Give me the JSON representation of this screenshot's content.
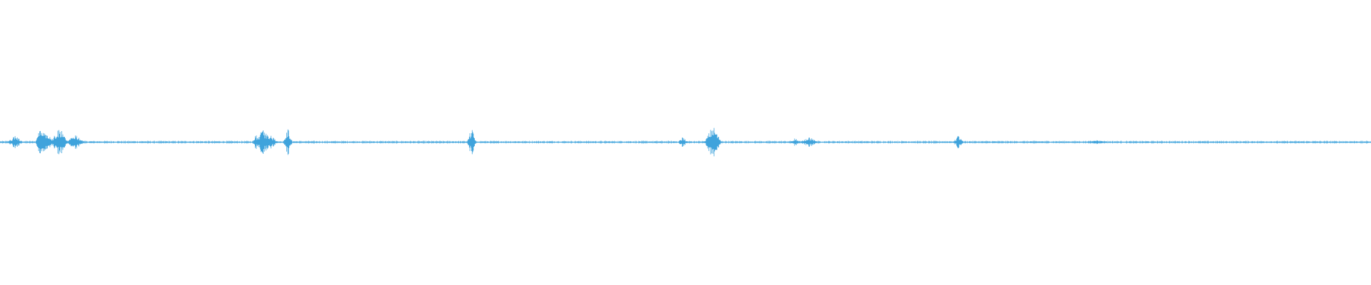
{
  "waveform": {
    "color": "#3fa3dc",
    "background": "#ffffff",
    "normalized_peaks": [
      {
        "position": 0.011,
        "amplitude": 0.05
      },
      {
        "position": 0.029,
        "amplitude": 0.12
      },
      {
        "position": 0.032,
        "amplitude": 0.08
      },
      {
        "position": 0.036,
        "amplitude": 0.06
      },
      {
        "position": 0.043,
        "amplitude": 0.1
      },
      {
        "position": 0.045,
        "amplitude": 0.08
      },
      {
        "position": 0.055,
        "amplitude": 0.06
      },
      {
        "position": 0.187,
        "amplitude": 0.06
      },
      {
        "position": 0.192,
        "amplitude": 0.1
      },
      {
        "position": 0.196,
        "amplitude": 0.06
      },
      {
        "position": 0.21,
        "amplitude": 0.1
      },
      {
        "position": 0.344,
        "amplitude": 0.1
      },
      {
        "position": 0.498,
        "amplitude": 0.04
      },
      {
        "position": 0.52,
        "amplitude": 0.12
      },
      {
        "position": 0.58,
        "amplitude": 0.03
      },
      {
        "position": 0.59,
        "amplitude": 0.04
      },
      {
        "position": 0.699,
        "amplitude": 0.05
      },
      {
        "position": 0.8,
        "amplitude": 0.015
      }
    ]
  }
}
